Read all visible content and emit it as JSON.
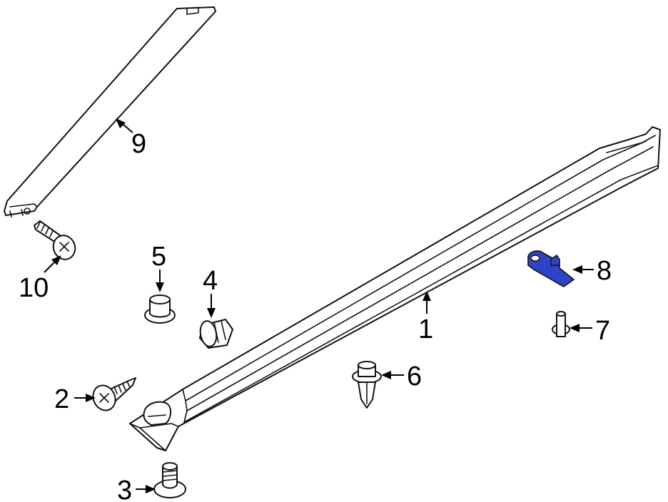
{
  "colors": {
    "line": "#111111",
    "highlight": "#2e44c8",
    "background": "#ffffff"
  },
  "callouts": [
    {
      "id": "1",
      "label": "1"
    },
    {
      "id": "2",
      "label": "2"
    },
    {
      "id": "3",
      "label": "3"
    },
    {
      "id": "4",
      "label": "4"
    },
    {
      "id": "5",
      "label": "5"
    },
    {
      "id": "6",
      "label": "6"
    },
    {
      "id": "7",
      "label": "7"
    },
    {
      "id": "8",
      "label": "8"
    },
    {
      "id": "9",
      "label": "9"
    },
    {
      "id": "10",
      "label": "10"
    }
  ]
}
